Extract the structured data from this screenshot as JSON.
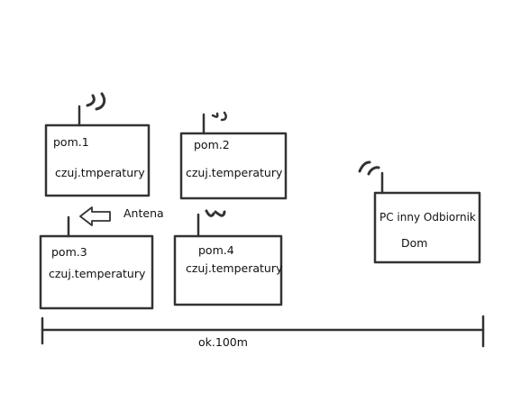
{
  "nodes": [
    {
      "id": "pom1",
      "name": "pom.1",
      "sensor": "czuj.tmperatury"
    },
    {
      "id": "pom2",
      "name": "pom.2",
      "sensor": "czuj.temperatury"
    },
    {
      "id": "pom3",
      "name": "pom.3",
      "sensor": "czuj.temperatury"
    },
    {
      "id": "pom4",
      "name": "pom.4",
      "sensor": "czuj.temperatury"
    },
    {
      "id": "receiver",
      "name": "PC inny Odbiornik",
      "sensor": "Dom"
    }
  ],
  "antenna_label": "Antena",
  "distance_label": "ok.100m",
  "colors": {
    "stroke": "#333333",
    "text": "#111111",
    "background": "#ffffff"
  }
}
